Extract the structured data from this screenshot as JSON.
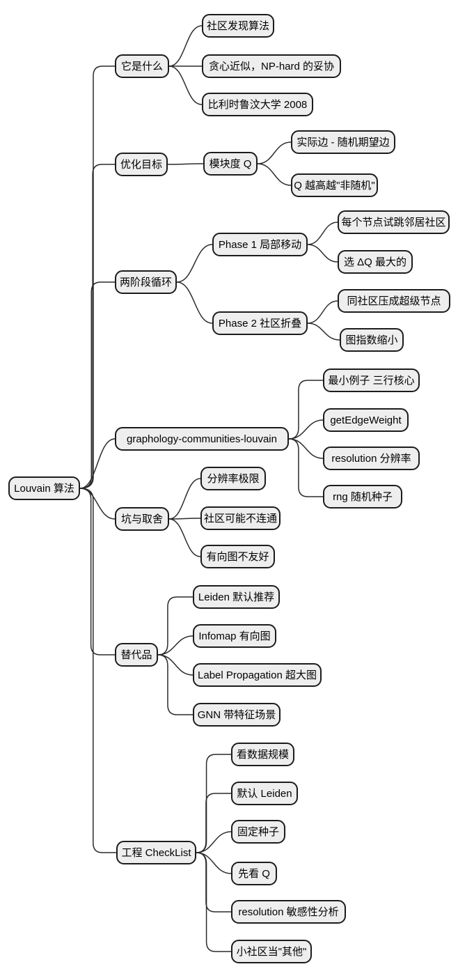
{
  "root": {
    "label": "Louvain 算法"
  },
  "branches": [
    {
      "label": "它是什么",
      "children": [
        {
          "label": "社区发现算法"
        },
        {
          "label": "贪心近似，NP-hard 的妥协"
        },
        {
          "label": "比利时鲁汶大学 2008"
        }
      ]
    },
    {
      "label": "优化目标",
      "children": [
        {
          "label": "模块度 Q",
          "children": [
            {
              "label": "实际边 - 随机期望边"
            },
            {
              "label": "Q 越高越\"非随机\""
            }
          ]
        }
      ]
    },
    {
      "label": "两阶段循环",
      "children": [
        {
          "label": "Phase 1 局部移动",
          "children": [
            {
              "label": "每个节点试跳邻居社区"
            },
            {
              "label": "选 ΔQ 最大的"
            }
          ]
        },
        {
          "label": "Phase 2 社区折叠",
          "children": [
            {
              "label": "同社区压成超级节点"
            },
            {
              "label": "图指数缩小"
            }
          ]
        }
      ]
    },
    {
      "label": "graphology-communities-louvain",
      "children": [
        {
          "label": "最小例子 三行核心"
        },
        {
          "label": "getEdgeWeight"
        },
        {
          "label": "resolution 分辨率"
        },
        {
          "label": "rng 随机种子"
        }
      ]
    },
    {
      "label": "坑与取舍",
      "children": [
        {
          "label": "分辨率极限"
        },
        {
          "label": "社区可能不连通"
        },
        {
          "label": "有向图不友好"
        }
      ]
    },
    {
      "label": "替代品",
      "children": [
        {
          "label": "Leiden 默认推荐"
        },
        {
          "label": "Infomap 有向图"
        },
        {
          "label": "Label Propagation 超大图"
        },
        {
          "label": "GNN 带特征场景"
        }
      ]
    },
    {
      "label": "工程 CheckList",
      "children": [
        {
          "label": "看数据规模"
        },
        {
          "label": "默认 Leiden"
        },
        {
          "label": "固定种子"
        },
        {
          "label": "先看 Q"
        },
        {
          "label": "resolution 敏感性分析"
        },
        {
          "label": "小社区当\"其他\""
        }
      ]
    }
  ],
  "colors": {
    "background": "#ffffff",
    "node_fill": "#eeeeee",
    "node_border": "#1c1c1c",
    "edge": "#2b2b2b",
    "text": "#000000"
  }
}
